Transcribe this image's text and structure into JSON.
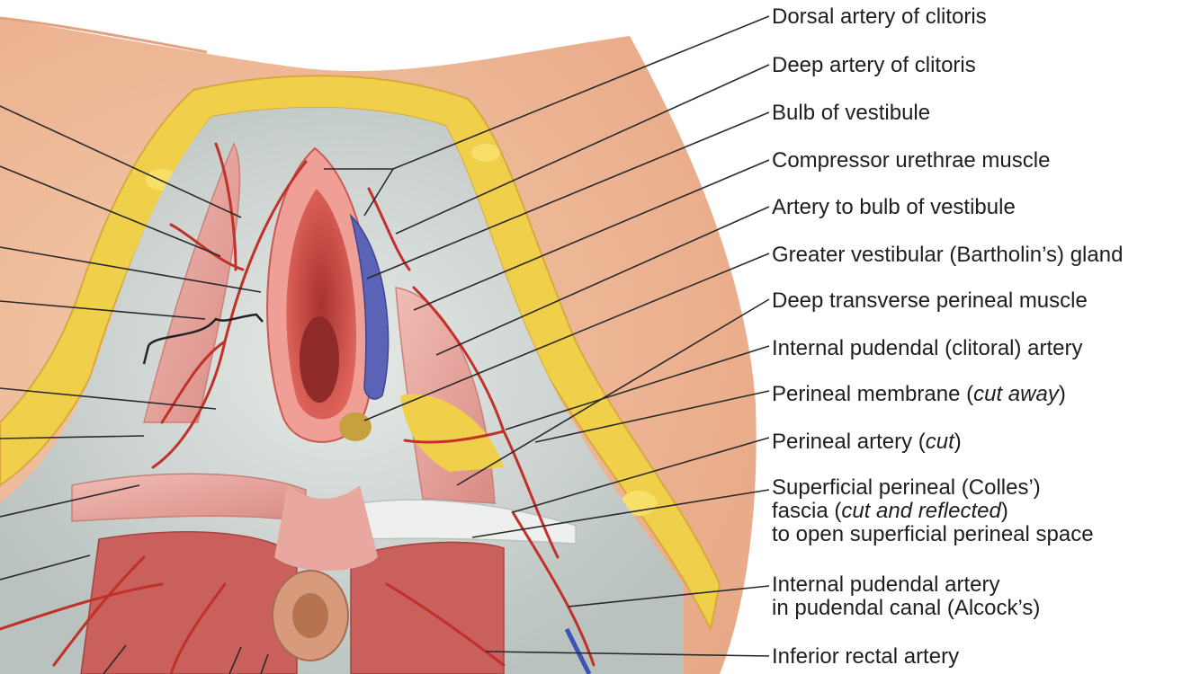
{
  "labels": [
    {
      "id": "dorsal-artery-of-clitoris",
      "lines": [
        [
          {
            "t": "Dorsal artery of clitoris"
          }
        ]
      ]
    },
    {
      "id": "deep-artery-of-clitoris",
      "lines": [
        [
          {
            "t": "Deep artery of clitoris"
          }
        ]
      ]
    },
    {
      "id": "bulb-of-vestibule",
      "lines": [
        [
          {
            "t": "Bulb of vestibule"
          }
        ]
      ]
    },
    {
      "id": "compressor-urethrae-muscle",
      "lines": [
        [
          {
            "t": "Compressor urethrae muscle"
          }
        ]
      ]
    },
    {
      "id": "artery-to-bulb-of-vestibule",
      "lines": [
        [
          {
            "t": "Artery to bulb of vestibule"
          }
        ]
      ]
    },
    {
      "id": "greater-vestibular-gland",
      "lines": [
        [
          {
            "t": "Greater vestibular (Bartholin’s) gland"
          }
        ]
      ]
    },
    {
      "id": "deep-transverse-perineal-muscle",
      "lines": [
        [
          {
            "t": "Deep transverse perineal muscle"
          }
        ]
      ]
    },
    {
      "id": "internal-pudendal-clitoral-artery",
      "lines": [
        [
          {
            "t": "Internal pudendal (clitoral) artery"
          }
        ]
      ]
    },
    {
      "id": "perineal-membrane",
      "lines": [
        [
          {
            "t": "Perineal membrane ("
          },
          {
            "t": "cut away",
            "i": true
          },
          {
            "t": ")"
          }
        ]
      ]
    },
    {
      "id": "perineal-artery",
      "lines": [
        [
          {
            "t": "Perineal artery ("
          },
          {
            "t": "cut",
            "i": true
          },
          {
            "t": ")"
          }
        ]
      ]
    },
    {
      "id": "superficial-perineal-fascia",
      "lines": [
        [
          {
            "t": "Superficial perineal (Colles’)"
          }
        ],
        [
          {
            "t": "fascia ("
          },
          {
            "t": "cut and reflected",
            "i": true
          },
          {
            "t": ")"
          }
        ],
        [
          {
            "t": "to open superficial perineal space"
          }
        ]
      ]
    },
    {
      "id": "internal-pudendal-artery-in-canal",
      "lines": [
        [
          {
            "t": "Internal pudendal artery"
          }
        ],
        [
          {
            "t": "in pudendal canal (Alcock’s)"
          }
        ]
      ]
    },
    {
      "id": "inferior-rectal-artery",
      "lines": [
        [
          {
            "t": "Inferior rectal artery"
          }
        ]
      ]
    }
  ],
  "colors": {
    "skin": "#f1c2a3",
    "fat": "#f2d64a",
    "fascia": "#cdd3d0",
    "muscle": "#e7a8a2",
    "artery": "#c2302a",
    "vein": "#5a63b5",
    "leader": "#2a2a2a"
  }
}
